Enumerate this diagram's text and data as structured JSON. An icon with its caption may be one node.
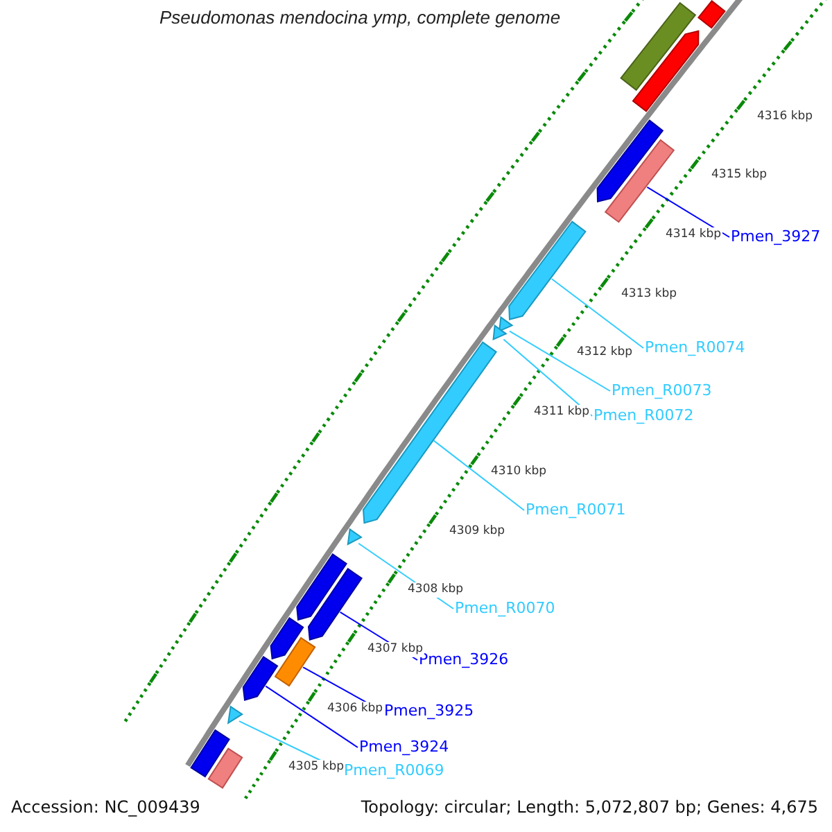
{
  "diagram": {
    "title": "Pseudomonas mendocina ymp, complete genome",
    "nodes": [
      {
        "text": [
          "Pmen_3927"
        ]
      },
      {
        "text": [
          "Pmen_R0074"
        ]
      },
      {
        "text": [
          "Pmen_R0073"
        ]
      },
      {
        "text": [
          "Pmen_R0072"
        ]
      },
      {
        "text": [
          "Pmen_R0071"
        ]
      },
      {
        "text": [
          "Pmen_R0070"
        ]
      },
      {
        "text": [
          "Pmen_3926"
        ]
      },
      {
        "text": [
          "Pmen_3925"
        ]
      },
      {
        "text": [
          "Pmen_3924"
        ]
      },
      {
        "text": [
          "Pmen_R0069"
        ]
      },
      {
        "text": [],
        "shape": "bar"
      },
      {
        "text": [],
        "shape": "bar"
      },
      {
        "text": [],
        "shape": "bar"
      },
      {
        "text": [],
        "shape": "bar"
      },
      {
        "text": [],
        "shape": "bar"
      },
      {
        "text": [],
        "shape": "bar"
      },
      {
        "text": [],
        "shape": "bar"
      },
      {
        "text": [],
        "shape": "bar"
      },
      {
        "text": [],
        "shape": "bar"
      },
      {
        "text": [],
        "shape": "bar"
      },
      {
        "text": [],
        "shape": "bar"
      },
      {
        "text": [],
        "shape": "bar"
      },
      {
        "text": [],
        "shape": "bar"
      },
      {
        "text": [],
        "shape": "bar"
      },
      {
        "text": [],
        "shape": "bar"
      },
      {
        "text": [],
        "shape": "bar"
      },
      {
        "text": [],
        "shape": "bar"
      },
      {
        "text": [],
        "shape": "bar"
      }
    ],
    "edges": [
      {
        "from": 0,
        "to": 14,
        "arrow": "none",
        "color": "#0000ff"
      },
      {
        "from": 1,
        "to": 15,
        "arrow": "none"
      },
      {
        "from": 2,
        "to": 16,
        "arrow": "none"
      },
      {
        "from": 3,
        "to": 17,
        "arrow": "none"
      },
      {
        "from": 4,
        "to": 18,
        "arrow": "none"
      },
      {
        "from": 5,
        "to": 19,
        "arrow": "none"
      },
      {
        "from": 6,
        "to": 21,
        "arrow": "none",
        "color": "#0000ff"
      },
      {
        "from": 7,
        "to": 23,
        "arrow": "none",
        "color": "#0000ff"
      },
      {
        "from": 8,
        "to": 24,
        "arrow": "none",
        "color": "#0000ff"
      },
      {
        "from": 9,
        "to": 25,
        "arrow": "none"
      }
    ],
    "labels": [
      "4316 kbp",
      "4315 kbp",
      "4314 kbp",
      "4313 kbp",
      "4312 kbp",
      "4311 kbp",
      "4310 kbp",
      "4309 kbp",
      "4308 kbp",
      "4307 kbp",
      "4306 kbp",
      "4305 kbp",
      "Accession: NC_009439",
      "Topology: circular; Length: 5,072,807 bp; Genes: 4,675"
    ]
  }
}
